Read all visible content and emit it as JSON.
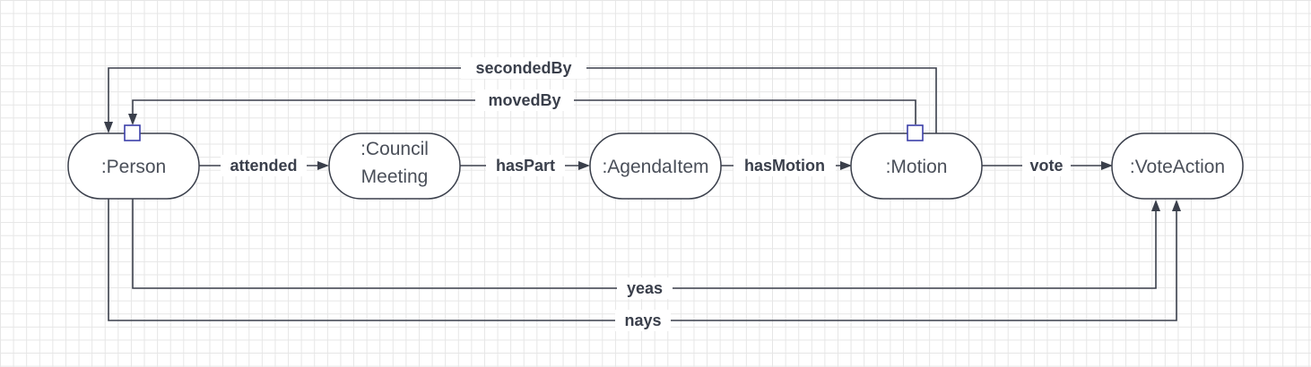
{
  "nodes": {
    "person": ":Person",
    "council_meeting": [
      ":Council",
      "Meeting"
    ],
    "agenda_item": ":AgendaItem",
    "motion": ":Motion",
    "vote_action": ":VoteAction"
  },
  "edges": {
    "attended": "attended",
    "has_part": "hasPart",
    "has_motion": "hasMotion",
    "vote": "vote",
    "seconded_by": "secondedBy",
    "moved_by": "movedBy",
    "yeas": "yeas",
    "nays": "nays"
  },
  "colors": {
    "stroke": "#3a3f4b",
    "port": "#3b3fa8",
    "text": "#4a4f59"
  }
}
